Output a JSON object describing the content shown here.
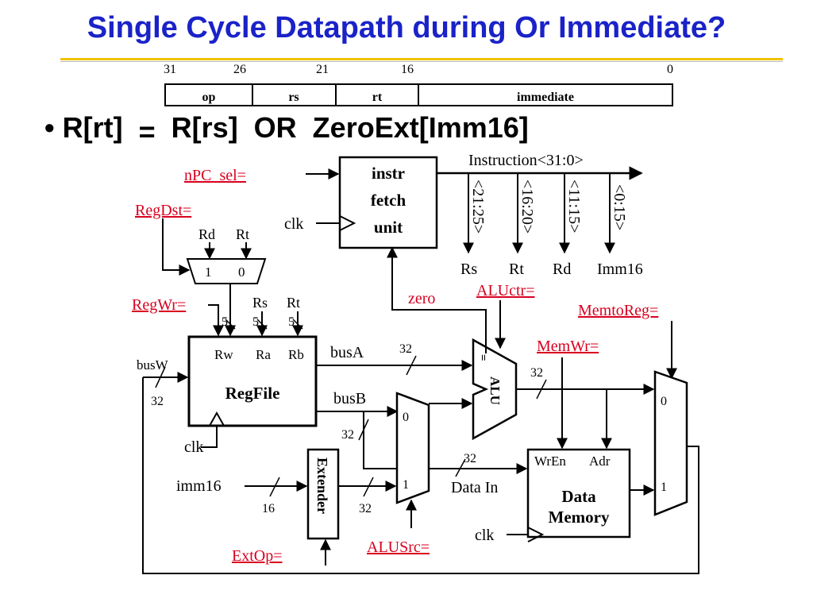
{
  "title": "Single Cycle Datapath during Or Immediate?",
  "equation": {
    "bullet": "•",
    "lhs": "R[rt]",
    "eq": "=",
    "rhs": "R[rs]  OR  ZeroExt[Imm16]"
  },
  "instruction_format": {
    "bit_labels": [
      "31",
      "26",
      "21",
      "16",
      "0"
    ],
    "fields": [
      "op",
      "rs",
      "rt",
      "immediate"
    ]
  },
  "control_signals": {
    "npc_sel": "nPC_sel=",
    "regdst": "RegDst=",
    "regwr": "RegWr=",
    "aluctr": "ALUctr=",
    "memtoreg": "MemtoReg=",
    "memwr": "MemWr=",
    "extop": "ExtOp=",
    "alusrc": "ALUSrc="
  },
  "ifu": {
    "label_lines": [
      "instr",
      "fetch",
      "unit"
    ],
    "clk": "clk",
    "instruction": "Instruction<31:0>",
    "fields": [
      "<21:25>",
      "<16:20>",
      "<11:15>",
      "<0:15>"
    ],
    "field_names": [
      "Rs",
      "Rt",
      "Rd",
      "Imm16"
    ]
  },
  "regdst_mux": {
    "inputs": [
      "Rd",
      "Rt"
    ],
    "sel": [
      "1",
      "0"
    ]
  },
  "regfile": {
    "label": "RegFile",
    "ports": [
      "Rw",
      "Ra",
      "Rb"
    ],
    "top_inputs": [
      "Rs",
      "Rt"
    ],
    "width_labels": [
      "5",
      "5",
      "5"
    ],
    "busw": "busW",
    "busw_width": "32",
    "busa": "busA",
    "busa_width": "32",
    "busb": "busB",
    "busb_width": "32",
    "clk": "clk"
  },
  "alu": {
    "label": "ALU",
    "eq": "=",
    "zero": "zero",
    "out_width": "32"
  },
  "alusrc_mux": {
    "sel": [
      "0",
      "1"
    ]
  },
  "extender": {
    "label": "Extender",
    "imm16": "imm16",
    "in_width": "16",
    "out_width": "32"
  },
  "data_memory": {
    "label_lines": [
      "Data",
      "Memory"
    ],
    "ports": [
      "WrEn",
      "Adr"
    ],
    "data_in": "Data In",
    "data_in_width": "32",
    "clk": "clk"
  },
  "memtoreg_mux": {
    "sel": [
      "0",
      "1"
    ]
  }
}
